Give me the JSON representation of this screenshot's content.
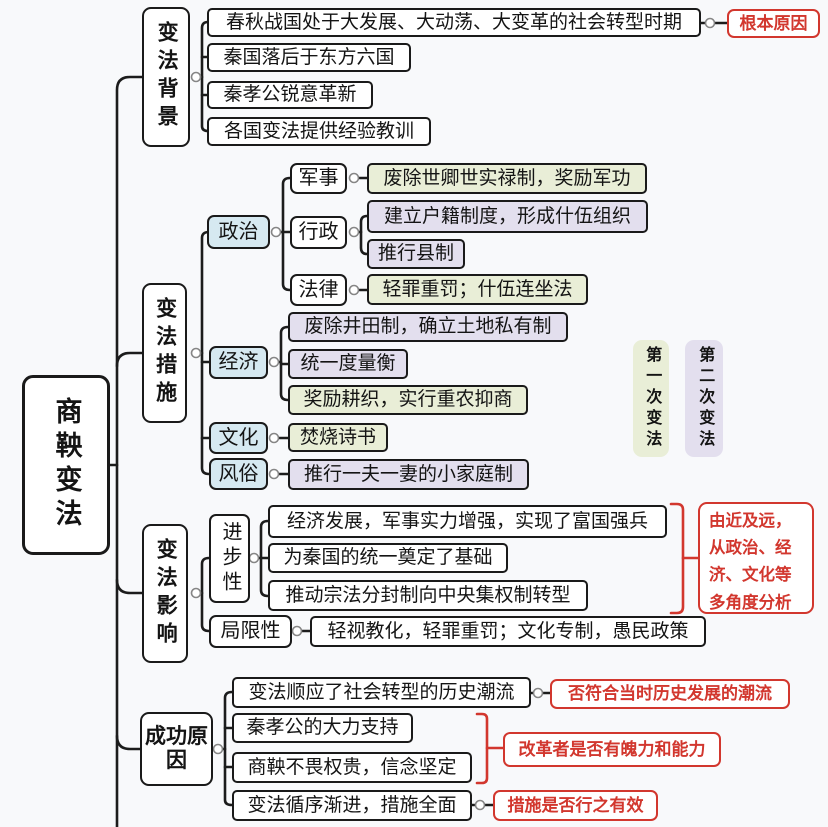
{
  "root_label": "商鞅变法",
  "background": {
    "label": "变法背景",
    "items": [
      "春秋战国处于大发展、大动荡、大变革的社会转型时期",
      "秦国落后于东方六国",
      "秦孝公锐意革新",
      "各国变法提供经验教训"
    ],
    "annotation": "根本原因"
  },
  "measures": {
    "label": "变法措施",
    "politics": {
      "label": "政治"
    },
    "military": {
      "label": "军事",
      "item": "废除世卿世实禄制，奖励军功"
    },
    "admin": {
      "label": "行政",
      "items": [
        "建立户籍制度，形成什伍组织",
        "推行县制"
      ]
    },
    "law": {
      "label": "法律",
      "item": "轻罪重罚；什伍连坐法"
    },
    "economy": {
      "label": "经济",
      "items": [
        "废除井田制，确立土地私有制",
        "统一度量衡",
        "奖励耕织，实行重农抑商"
      ]
    },
    "culture": {
      "label": "文化",
      "item": "焚烧诗书"
    },
    "customs": {
      "label": "风俗",
      "item": "推行一夫一妻的小家庭制"
    },
    "legend": {
      "first": "第一次变法",
      "second": "第二次变法"
    }
  },
  "impact": {
    "label": "变法影响",
    "progressive": {
      "label": "进步性",
      "items": [
        "经济发展，军事实力增强，实现了富国强兵",
        "为秦国的统一奠定了基础",
        "推动宗法分封制向中央集权制转型"
      ]
    },
    "limitation": {
      "label": "局限性",
      "item": "轻视教化，轻罪重罚；文化专制，愚民政策"
    },
    "annotation": "由近及远，从政治、经济、文化等多角度分析"
  },
  "success": {
    "label": "成功原因",
    "items": [
      "变法顺应了社会转型的历史潮流",
      "秦孝公的大力支持",
      "商鞅不畏权贵，信念坚定",
      "变法循序渐进，措施全面"
    ],
    "annotations": [
      "否符合当时历史发展的潮流",
      "改革者是否有魄力和能力",
      "措施是否行之有效"
    ]
  },
  "colors": {
    "first_reform_bg": "#e9eed7",
    "second_reform_bg": "#e3dfee",
    "category_bg": "#d6e9f1",
    "annotation_red": "#d2372e",
    "line_black": "#1c1c1c"
  }
}
